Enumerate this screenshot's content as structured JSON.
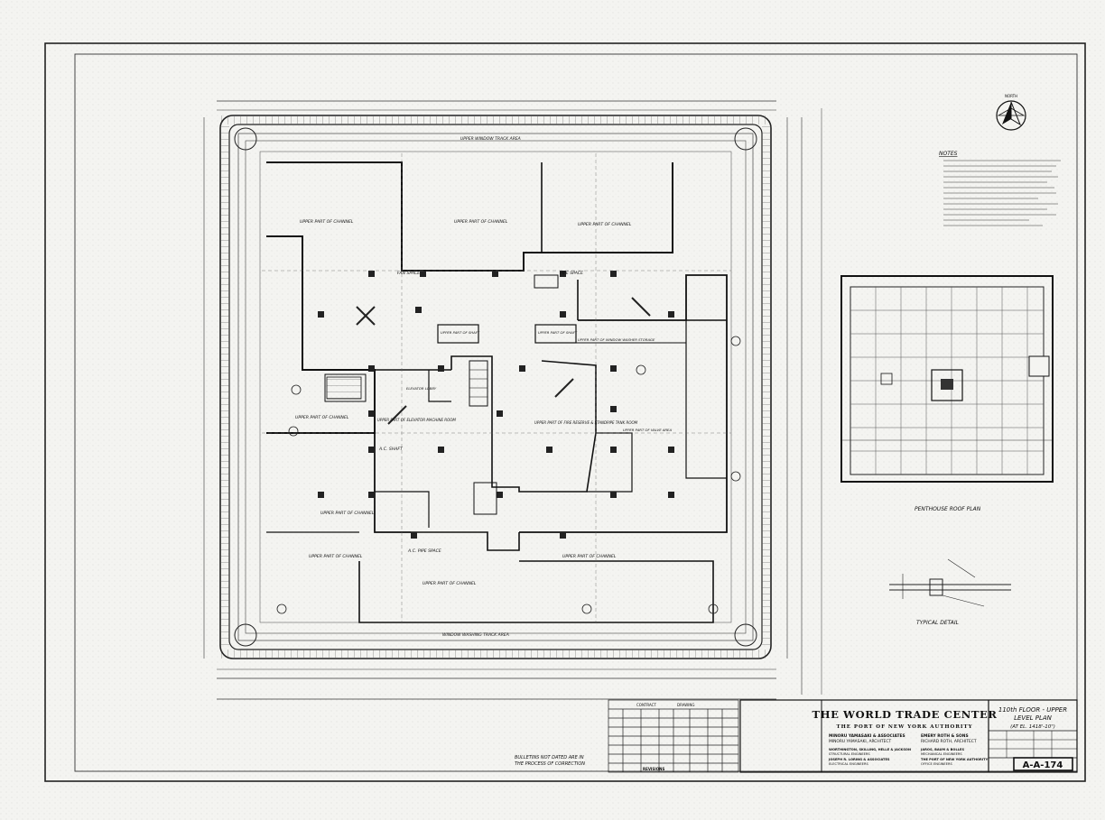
{
  "title_block": {
    "project": "THE WORLD TRADE CENTER",
    "owner": "THE PORT OF NEW YORK AUTHORITY",
    "architect_1": "MINORU YAMASAKI & ASSOCIATES",
    "architect_1b": "MINORU YAMASAKI, ARCHITECT",
    "architect_2": "EMERY ROTH & SONS",
    "architect_2b": "RICHARD ROTH, ARCHITECT",
    "engineer_1": "WORTHINGTON, SKILLING, HELLE & JACKSON",
    "engineer_1b": "STRUCTURAL ENGINEERS",
    "engineer_2": "JAROS, BAUM & BOLLES",
    "engineer_2b": "MECHANICAL ENGINEERS",
    "engineer_3": "JOSEPH R. LORING & ASSOCIATES",
    "engineer_3b": "ELECTRICAL ENGINEERS",
    "engineer_4": "THE PORT OF NEW YORK AUTHORITY",
    "engineer_4b": "OFFICE ENGINEERS",
    "drawing_title_1": "110th FLOOR - UPPER",
    "drawing_title_2": "LEVEL PLAN",
    "drawing_title_3": "(AT EL. 1418'-10\")",
    "drawing_number": "A-A-174",
    "revisions_label": "REVISIONS",
    "contract_label": "CONTRACT",
    "drawing_label": "DRAWING"
  },
  "notes": {
    "heading": "NOTES"
  },
  "labels": {
    "penthouse_title": "PENTHOUSE ROOF PLAN",
    "typical_detail": "TYPICAL DETAIL",
    "bulletin_note_1": "BULLETINS NOT DATED ARE IN",
    "bulletin_note_2": "THE PROCESS OF CORRECTION",
    "north_label": "NORTH",
    "upper_window_washing": "UPPER WINDOW TRACK AREA",
    "window_washing_bottom": "WINDOW WASHING TRACK AREA"
  },
  "rooms": {
    "channel_nw": "UPPER PART OF CHANNEL",
    "channel_n": "UPPER PART OF CHANNEL",
    "channel_ne": "UPPER PART OF CHANNEL",
    "channel_w": "UPPER PART OF CHANNEL",
    "channel_sw": "UPPER PART OF CHANNEL",
    "channel_s": "UPPER PART OF CHANNEL",
    "channel_se": "UPPER PART OF CHANNEL",
    "channel_s2": "UPPER PART OF CHANNEL",
    "elevator_room": "UPPER PART OF ELEVATOR MACHINE ROOM",
    "fire_reserve": "UPPER PART OF FIRE RESERVE & STANDPIPE TANK ROOM",
    "fan_space": "FAN SPACE",
    "pipe_space": "PIPE SPACE",
    "ac_shaft": "A.C. SHAFT",
    "ac_pipe_space": "A.C. PIPE SPACE",
    "shaft_a": "UPPER PART OF SHAFT",
    "shaft_b": "UPPER PART OF SHAFT",
    "window_storage": "UPPER PART OF WINDOW WASHER STORAGE",
    "valve_area": "UPPER PART OF VALVE AREA",
    "elevator_lobby": "ELEVATOR LOBBY"
  }
}
